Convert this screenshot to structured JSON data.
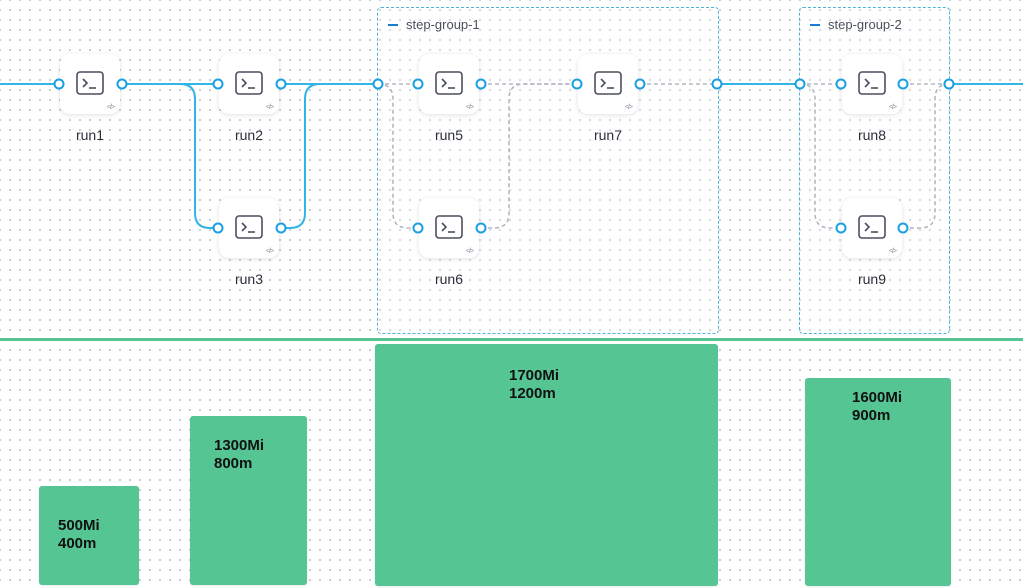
{
  "groups": [
    {
      "id": "g1",
      "label": "step-group-1"
    },
    {
      "id": "g2",
      "label": "step-group-2"
    }
  ],
  "nodes": [
    {
      "id": "run1",
      "label": "run1",
      "icon": "terminal-icon"
    },
    {
      "id": "run2",
      "label": "run2",
      "icon": "terminal-icon"
    },
    {
      "id": "run3",
      "label": "run3",
      "icon": "terminal-icon"
    },
    {
      "id": "run5",
      "label": "run5",
      "icon": "terminal-icon"
    },
    {
      "id": "run6",
      "label": "run6",
      "icon": "terminal-icon"
    },
    {
      "id": "run7",
      "label": "run7",
      "icon": "terminal-icon"
    },
    {
      "id": "run8",
      "label": "run8",
      "icon": "terminal-icon"
    },
    {
      "id": "run9",
      "label": "run9",
      "icon": "terminal-icon"
    }
  ],
  "node_badge": "</>",
  "resources": [
    {
      "memory": "500Mi",
      "cpu": "400m"
    },
    {
      "memory": "1300Mi",
      "cpu": "800m"
    },
    {
      "memory": "1700Mi",
      "cpu": "1200m"
    },
    {
      "memory": "1600Mi",
      "cpu": "900m"
    }
  ],
  "colors": {
    "edge": "#32b4e6",
    "group_edge": "#9aa0ab",
    "group_border": "#4fb3d9",
    "resource_fill": "#55c594",
    "divider": "#55c594"
  }
}
